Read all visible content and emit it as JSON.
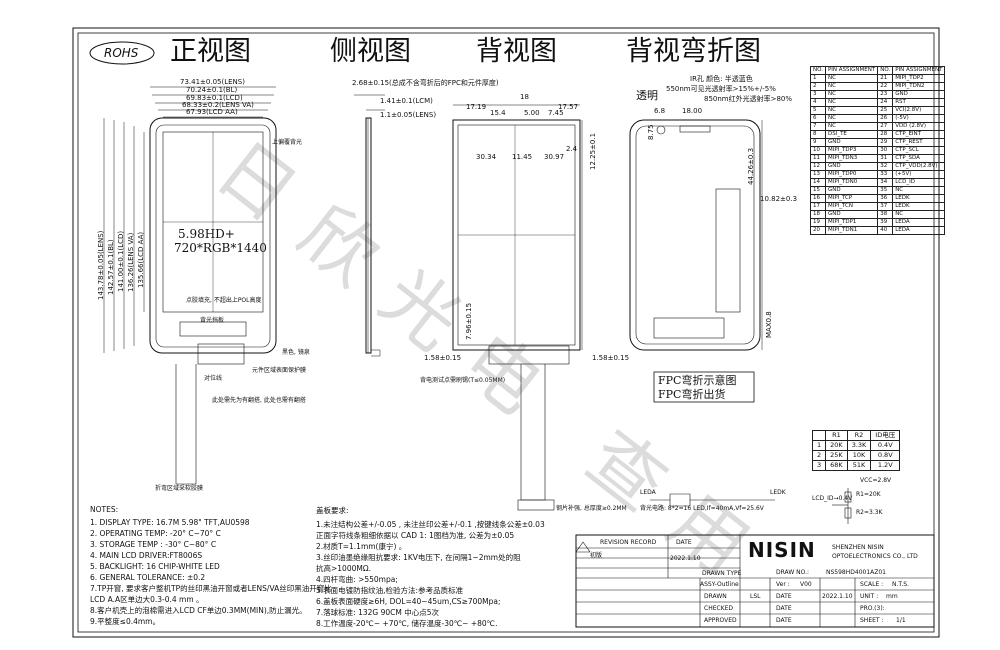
{
  "header": {
    "rohs": "ROHS",
    "views": [
      "正视图",
      "侧视图",
      "背视图",
      "背视弯折图"
    ]
  },
  "front_view": {
    "dims_w": [
      "73.41±0.05(LENS)",
      "70.24±0.1(BL)",
      "69.83±0.1(LCD)",
      "68.33±0.2(LENS VA)",
      "67.93(LCD AA)"
    ],
    "dims_h": [
      "135.66(LCD AA)",
      "136.26(LENS VA)",
      "141.00±0.1(LCD)",
      "142.57±0.1(BL)",
      "143.78±0.05(LENS)"
    ],
    "size_label": "5.98HD+",
    "res_label": "720*RGB*1440",
    "notes": [
      "上偏覆背光",
      "点胶填充, 不超出上POL高度",
      "背光挡板",
      "黑色, 镜泉",
      "对位线",
      "元件区域表面保护膜",
      "此处需先为有翻搭, 此处也需有翻搭",
      "折弯区域采软胶膜"
    ]
  },
  "side_view": {
    "thickness": "2.68±0.15(总成不含弯折后的FPC和元件厚度)",
    "lcm": "1.41±0.1(LCM)",
    "lens": "1.1±0.05(LENS)"
  },
  "back_view": {
    "dims": [
      "17.19",
      "15.4",
      "18",
      "5.00",
      "7.45",
      "17.57",
      "30.34",
      "11.45",
      "30.97",
      "2.4",
      "12.25±0.1",
      "7.96±0.15",
      "1.58±0.15",
      "1.58±0.15"
    ],
    "fpc_note": "背电测试点需刷锡(T≤0.05MM)",
    "adhesive": "钢片补强, 总厚度≥0.2MM"
  },
  "bend_view": {
    "transparent": "透明",
    "ir_note": [
      "IR孔 颜色: 半透蓝色",
      "550nm可见光透射率>15%+/-5%",
      "850nm红外光透射率>80%"
    ],
    "dims": [
      "6.8",
      "18.00",
      "8.75",
      "44.26±0.3",
      "10.82±0.3",
      "MAX0.8"
    ],
    "fpc_box": [
      "FPC弯折示意图",
      "FPC弯折出货"
    ]
  },
  "pin_table": {
    "head": [
      "NO.",
      "PIN ASSIGNMENT",
      "NO.",
      "PIN ASSIGNMENT"
    ],
    "rows": [
      [
        "1",
        "NC",
        "21",
        "MIPI_TDP2"
      ],
      [
        "2",
        "NC",
        "22",
        "MIPI_TDN2"
      ],
      [
        "3",
        "NC",
        "23",
        "GND"
      ],
      [
        "4",
        "NC",
        "24",
        "RST"
      ],
      [
        "5",
        "NC",
        "25",
        "VCI(2.8V)"
      ],
      [
        "6",
        "NC",
        "26",
        "(-5V)"
      ],
      [
        "7",
        "NC",
        "27",
        "VDD (2.8V)"
      ],
      [
        "8",
        "DSI_TE",
        "28",
        "CTP_EINT"
      ],
      [
        "9",
        "GND",
        "29",
        "CTP_REST"
      ],
      [
        "10",
        "MIPI_TDP3",
        "30",
        "CTP_SCL"
      ],
      [
        "11",
        "MIPI_TDN3",
        "31",
        "CTP_SDA"
      ],
      [
        "12",
        "GND",
        "32",
        "CTP_VDD(2.8V)"
      ],
      [
        "13",
        "MIPI_TDP0",
        "33",
        "(+5V)"
      ],
      [
        "14",
        "MIPI_TDN0",
        "34",
        "LCD_ID"
      ],
      [
        "15",
        "GND",
        "35",
        "NC"
      ],
      [
        "16",
        "MIPI_TCP",
        "36",
        "LEDK"
      ],
      [
        "17",
        "MIPI_TCN",
        "37",
        "LEDK"
      ],
      [
        "18",
        "GND",
        "38",
        "NC"
      ],
      [
        "19",
        "MIPI_TDP1",
        "39",
        "LEDA"
      ],
      [
        "20",
        "MIPI_TDN1",
        "40",
        "LEDA"
      ]
    ]
  },
  "res_table": {
    "head": [
      "",
      "R1",
      "R2",
      "ID电压"
    ],
    "rows": [
      [
        "1",
        "20K",
        "3.3K",
        "0.4V"
      ],
      [
        "2",
        "25K",
        "10K",
        "0.8V"
      ],
      [
        "3",
        "68K",
        "51K",
        "1.2V"
      ]
    ]
  },
  "circuit": {
    "vcc": "VCC=2.8V",
    "r1": "R1=20K",
    "r2": "R2=3.3K",
    "lcd_id": "LCD_ID→0.4V",
    "leda": "LEDA",
    "ledk": "LEDK",
    "backlight": "背光电路: 8*2=16 LED,If=40mA,Vf=25.6V"
  },
  "notes_left": {
    "title": "NOTES:",
    "items": [
      "1. DISPLAY TYPE: 16.7M  5.98\" TFT,AU0598",
      "2. OPERATING TEMP: -20° C~70° C",
      "3. STORAGE TEMP : -30° C~80° C",
      "4. MAIN LCD DRIVER:FT8006S",
      "5. BACKLIGHT: 16 CHIP-WHITE LED",
      "6. GENERAL TOLERANCE: ±0.2",
      "7.TP开窗, 要求客户整机TP的丝印黑油开窗或者LENS/VA丝印黑油开窗比",
      "LCD A.A区单边大0.3-0.4 mm 。",
      "8.客户机壳上的泡棉需进入LCD CF单边0.3MM(MIN),防止漏光。",
      "9.平整度≤0.4mm。"
    ]
  },
  "notes_mid": {
    "title": "盖板要求:",
    "items": [
      "1.未注结构公差+/-0.05 , 未注丝印公差+/-0.1 ,按键线条公差±0.03",
      "正面字符线条粗细依据以 CAD 1: 1图档为准, 公差为±0.05",
      "2.材质T=1.1mm(康宁) 。",
      "3.丝印油墨绝缘阻抗要求: 1KV电压下, 在间隔1~2mm处的阻",
      "抗高>1000MΩ.",
      "4.四杆弯曲: >550mpa;",
      "5.表面电镀防指纹油,检验方法:参考品质标准",
      "6.盖板表面硬度≥6H, DOL=40~45um,CS≥700Mpa;",
      "7.落球标准: 132G 90CM 中心点5次",
      "8.工作温度-20℃~ +70℃, 储存温度-30℃~ +80℃."
    ]
  },
  "title_block": {
    "revision_record": "REVISION RECORD",
    "date_label": "DATE",
    "initial": "初版",
    "initial_date": "2022.1.10",
    "drawn_type": "DRAWN TYPE",
    "drawn_value": "ASSY-Outline",
    "drawn": "DRAWN",
    "drawn_by": "LSL",
    "checked": "CHECKED",
    "approved": "APPROVED",
    "brand": "NISIN",
    "company_cn": "SHENZHEN NISIN",
    "company_en": "OPTOELECTRONICS CO., LTD",
    "dwg_no_label": "DRAW NO.:",
    "dwg_no": "NS598HD4001AZ01",
    "ver_label": "Ver :",
    "ver": "V00",
    "scale_label": "SCALE :",
    "scale": "N.T.S.",
    "date": "2022.1.10",
    "unit_label": "UNIT :",
    "unit": "mm",
    "proj_label": "PRO.(3):",
    "sheet_label": "SHEET :",
    "sheet": "1/1"
  },
  "watermark": "日欣光电 查用"
}
